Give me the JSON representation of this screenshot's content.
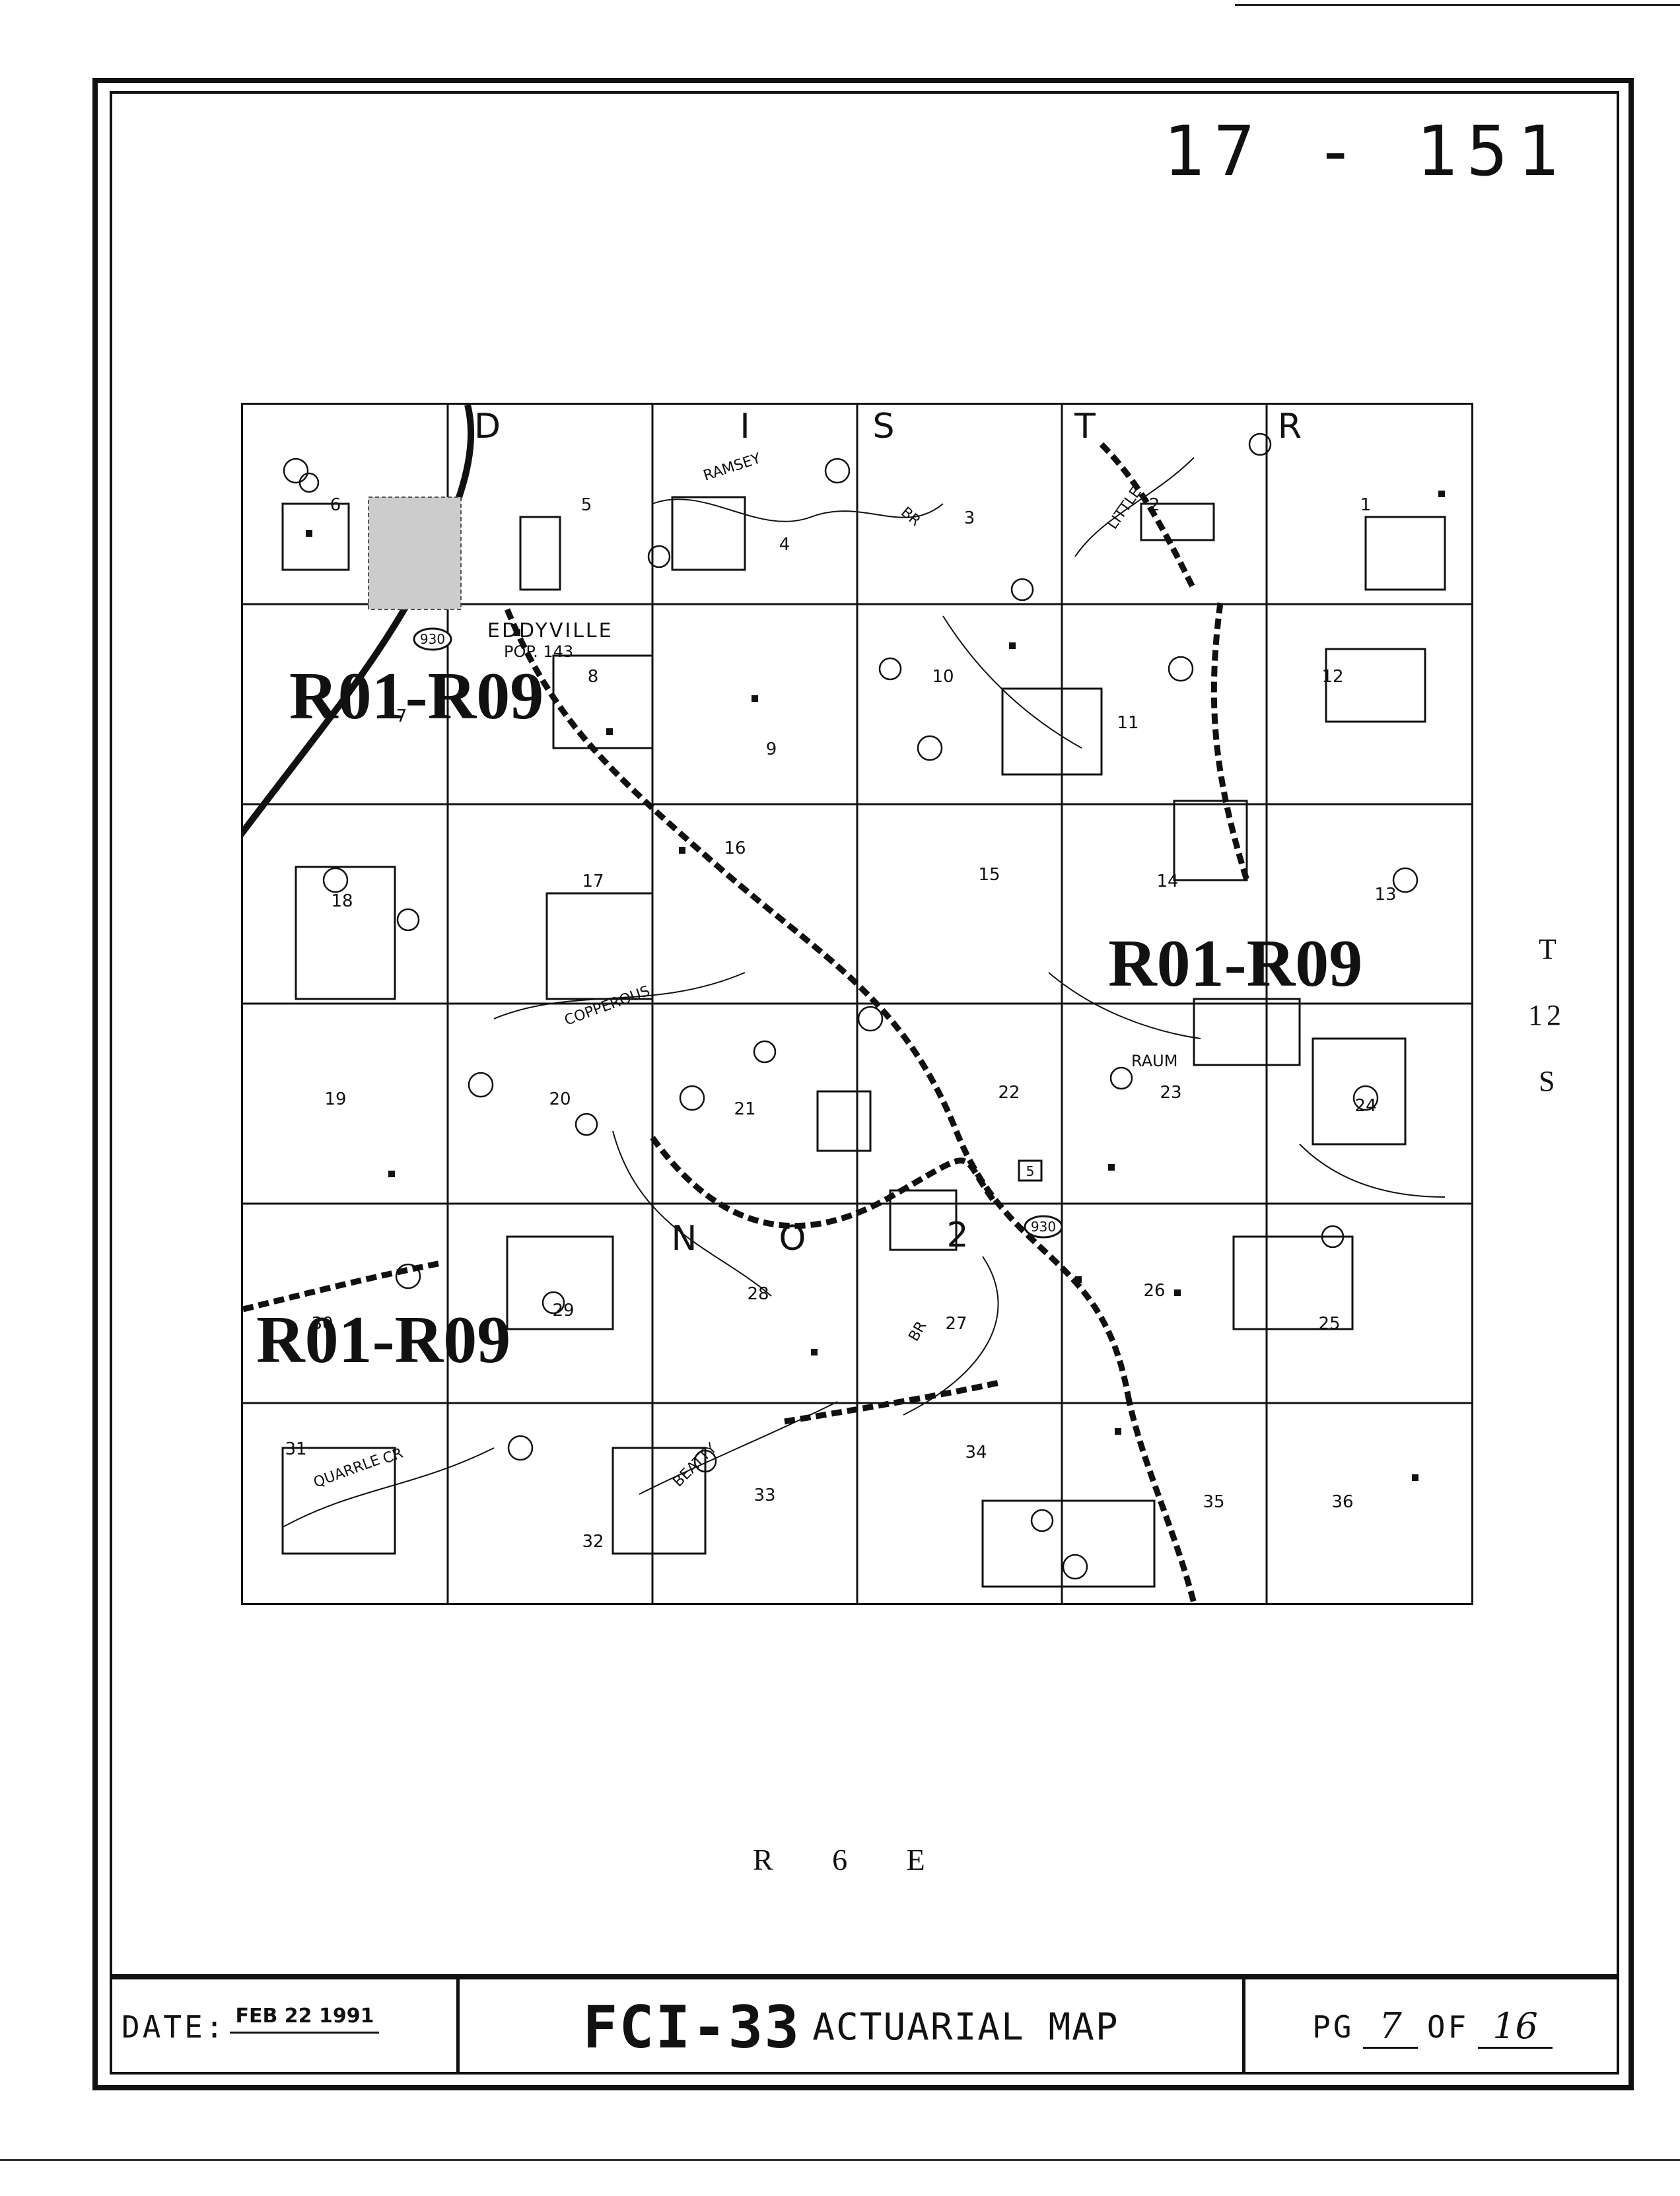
{
  "sheet_number": "17 - 151",
  "township_label": [
    "T",
    "12",
    "S"
  ],
  "range_label": "R 6 E",
  "map": {
    "region_code_labels": [
      "R01-R09",
      "R01-R09",
      "R01-R09"
    ],
    "place_labels": [
      "EDDYVILLE",
      "POP. 143",
      "RAUM"
    ],
    "water_labels": [
      "RAMSEY",
      "BR",
      "LITTLE",
      "COPPEROUS",
      "BR",
      "QUARRLE",
      "CR",
      "BEATTY"
    ],
    "district_letters": [
      "D",
      "I",
      "S",
      "T",
      "R",
      "N",
      "O",
      "2"
    ],
    "route_labels": [
      "930",
      "930",
      "5"
    ],
    "section_numbers": [
      "1",
      "2",
      "3",
      "4",
      "5",
      "6",
      "7",
      "8",
      "9",
      "10",
      "11",
      "12",
      "13",
      "14",
      "15",
      "16",
      "17",
      "18",
      "19",
      "20",
      "21",
      "22",
      "23",
      "24",
      "25",
      "26",
      "27",
      "28",
      "29",
      "30",
      "31",
      "32",
      "33",
      "34",
      "35",
      "36"
    ]
  },
  "title_block": {
    "date_label": "DATE:",
    "date_value": "FEB 22 1991",
    "form_code": "FCI-33",
    "form_title": "ACTUARIAL MAP",
    "page_label": "PG",
    "page_number": "7",
    "of_label": "OF",
    "page_total": "16"
  }
}
